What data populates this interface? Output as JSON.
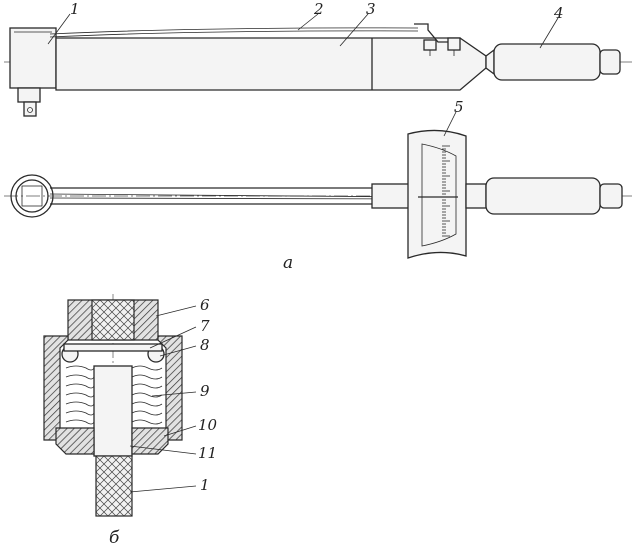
{
  "labels": {
    "l1": "1",
    "l2": "2",
    "l3": "3",
    "l4": "4",
    "l5": "5",
    "l6": "6",
    "l7": "7",
    "l8": "8",
    "l9": "9",
    "l10": "10",
    "l11": "11",
    "l1b": "1"
  },
  "captions": {
    "a": "а",
    "b": "б"
  }
}
